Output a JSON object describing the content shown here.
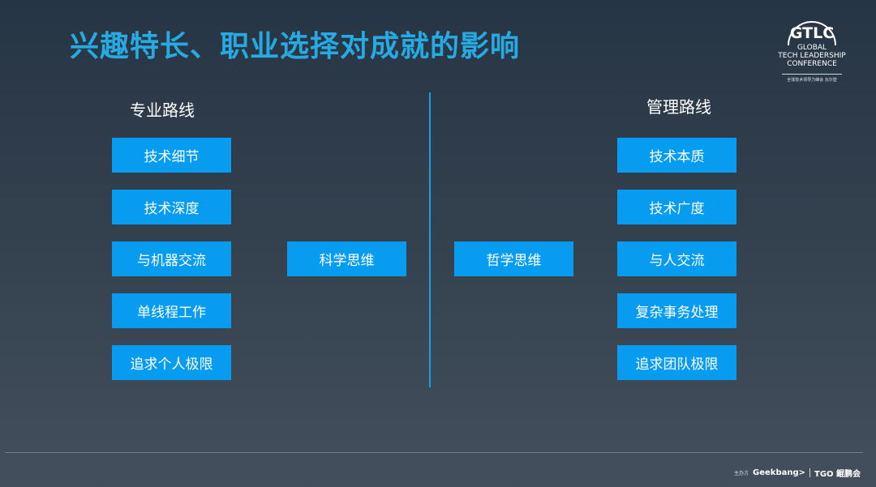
{
  "title": "兴趣特长、职业选择对成就的影响",
  "logo": {
    "abbr": "GTLC",
    "line1": "GLOBAL",
    "line2": "TECH LEADERSHIP",
    "line3": "CONFERENCE",
    "subtitle": "全球技术领导力峰会  瓦尔登"
  },
  "left_column": {
    "heading": "专业路线",
    "items": [
      "技术细节",
      "技术深度",
      "与机器交流",
      "单线程工作",
      "追求个人极限"
    ]
  },
  "center": {
    "left": "科学思维",
    "right": "哲学思维"
  },
  "right_column": {
    "heading": "管理路线",
    "items": [
      "技术本质",
      "技术广度",
      "与人交流",
      "复杂事务处理",
      "追求团队极限"
    ]
  },
  "footer": {
    "host": "主办方",
    "geekbang": "Geekbang>",
    "tgo": "TGO 鲲鹏会"
  },
  "colors": {
    "accent": "#089cf0",
    "title": "#27a9e1",
    "divider": "#1c9ee6"
  }
}
